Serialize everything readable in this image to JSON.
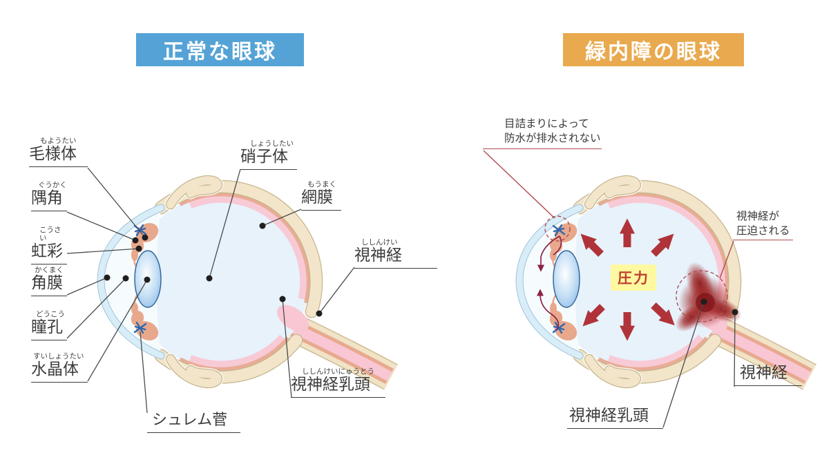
{
  "headers": {
    "normal": "正常な眼球",
    "glaucoma": "緑内障の眼球"
  },
  "left_labels": {
    "ciliary_body": {
      "furigana": "もようたい",
      "label": "毛様体"
    },
    "angle": {
      "furigana": "ぐうかく",
      "label": "隅角"
    },
    "iris": {
      "furigana": "こうさい",
      "label": "虹彩"
    },
    "cornea": {
      "furigana": "かくまく",
      "label": "角膜"
    },
    "pupil": {
      "furigana": "どうこう",
      "label": "瞳孔"
    },
    "lens": {
      "furigana": "すいしょうたい",
      "label": "水晶体"
    },
    "schlemm_canal": {
      "label": "シュレム菅"
    },
    "vitreous_body": {
      "furigana": "しょうしたい",
      "label": "硝子体"
    },
    "retina": {
      "furigana": "もうまく",
      "label": "網膜"
    },
    "optic_nerve": {
      "furigana": "ししんけい",
      "label": "視神経"
    },
    "optic_disc": {
      "furigana": "ししんけいにゅうとう",
      "label": "視神経乳頭"
    }
  },
  "right_labels": {
    "blockage_note": {
      "line1": "目詰まりによって",
      "line2": "防水が排水されない"
    },
    "compression_note": {
      "line1": "視神経が",
      "line2": "圧迫される"
    },
    "pressure": "圧力",
    "optic_disc": "視神経乳頭",
    "optic_nerve": "視神経"
  },
  "colors": {
    "header_normal": "#55a3d6",
    "header_glaucoma": "#e9a94e",
    "sclera": "#f2e5c9",
    "choroid": "#e8ac95",
    "retina_band": "#f7cad6",
    "vitreous": "#e7f2fb",
    "lens_blue": "#79aedf",
    "schlemm_star": "#2e68b0",
    "pressure_arrow": "#b0333a",
    "pressure_text": "#c04030",
    "pressure_bg": "#fef9a0",
    "annotation_red": "#b04a50",
    "damage_blob": "#9e2424",
    "label_text": "#3a3a3a"
  }
}
